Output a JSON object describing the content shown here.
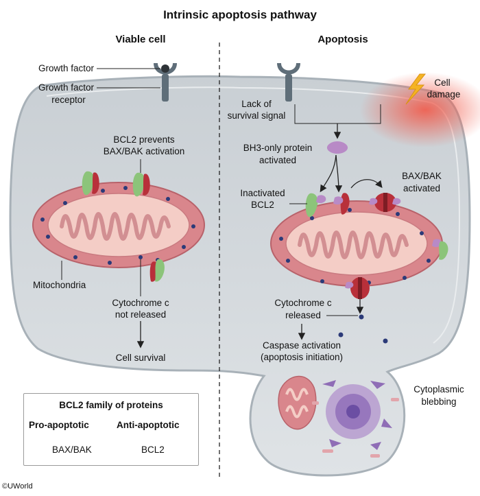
{
  "title": "Intrinsic apoptosis pathway",
  "left_panel": {
    "heading": "Viable cell",
    "growth_factor": "Growth factor",
    "growth_factor_receptor_line1": "Growth factor",
    "growth_factor_receptor_line2": "receptor",
    "bcl2_prevents_line1": "BCL2 prevents",
    "bcl2_prevents_line2": "BAX/BAK activation",
    "mitochondria": "Mitochondria",
    "cyto_line1": "Cytochrome c",
    "cyto_line2": "not released",
    "cell_survival": "Cell survival"
  },
  "right_panel": {
    "heading": "Apoptosis",
    "cell_damage_line1": "Cell",
    "cell_damage_line2": "damage",
    "lack_line1": "Lack of",
    "lack_line2": "survival signal",
    "bh3_line1": "BH3-only protein",
    "bh3_line2": "activated",
    "inactivated_line1": "Inactivated",
    "inactivated_line2": "BCL2",
    "baxbak_line1": "BAX/BAK",
    "baxbak_line2": "activated",
    "cyto_line1": "Cytochrome c",
    "cyto_line2": "released",
    "caspase_line1": "Caspase activation",
    "caspase_line2": "(apoptosis initiation)",
    "blebbing_line1": "Cytoplasmic",
    "blebbing_line2": "blebbing"
  },
  "legend": {
    "title": "BCL2 family of proteins",
    "pro_heading": "Pro-apoptotic",
    "anti_heading": "Anti-apoptotic",
    "pro_item": "BAX/BAK",
    "anti_item": "BCL2"
  },
  "copyright": "©UWorld",
  "colors": {
    "cell_fill": "#d3d8dc",
    "cell_rim": "#b3bcc3",
    "mito_outer": "#d9868c",
    "mito_inner": "#f4cdc6",
    "receptor": "#5f6e79",
    "bax_red": "#b8303a",
    "bcl2_green": "#8cc47a",
    "bh3_purple": "#b88ac6",
    "cytochrome_dot": "#2b3a78",
    "damage_glow": "#f15a4a",
    "lightning": "#f5b323"
  }
}
